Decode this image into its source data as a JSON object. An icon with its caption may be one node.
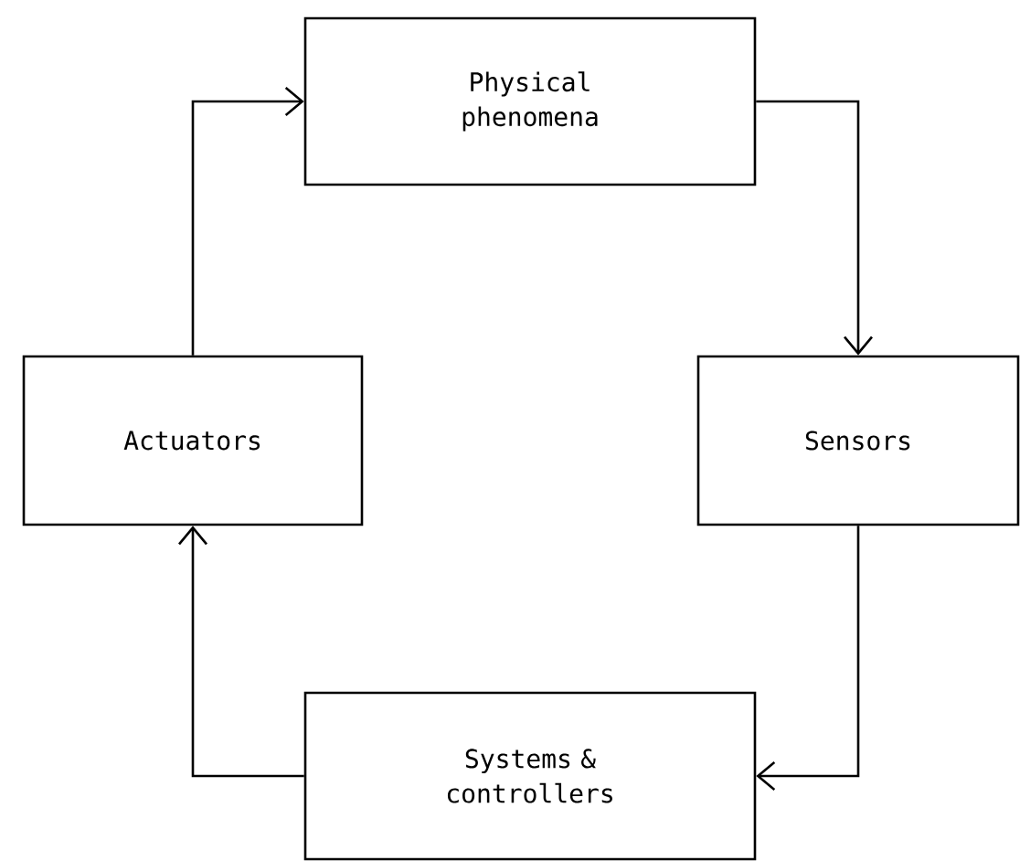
{
  "diagram": {
    "nodes": [
      {
        "text": [
          "Physical phenomena"
        ]
      },
      {
        "text": [
          "Sensors"
        ]
      },
      {
        "text": [
          "Systems & controllers"
        ]
      },
      {
        "text": [
          "Actuators"
        ]
      }
    ],
    "edges": [
      {
        "from": 0,
        "to": 1,
        "arrow": "to"
      },
      {
        "from": 1,
        "to": 2,
        "arrow": "to"
      },
      {
        "from": 2,
        "to": 3,
        "arrow": "to"
      },
      {
        "from": 3,
        "to": 0,
        "arrow": "to"
      }
    ]
  }
}
